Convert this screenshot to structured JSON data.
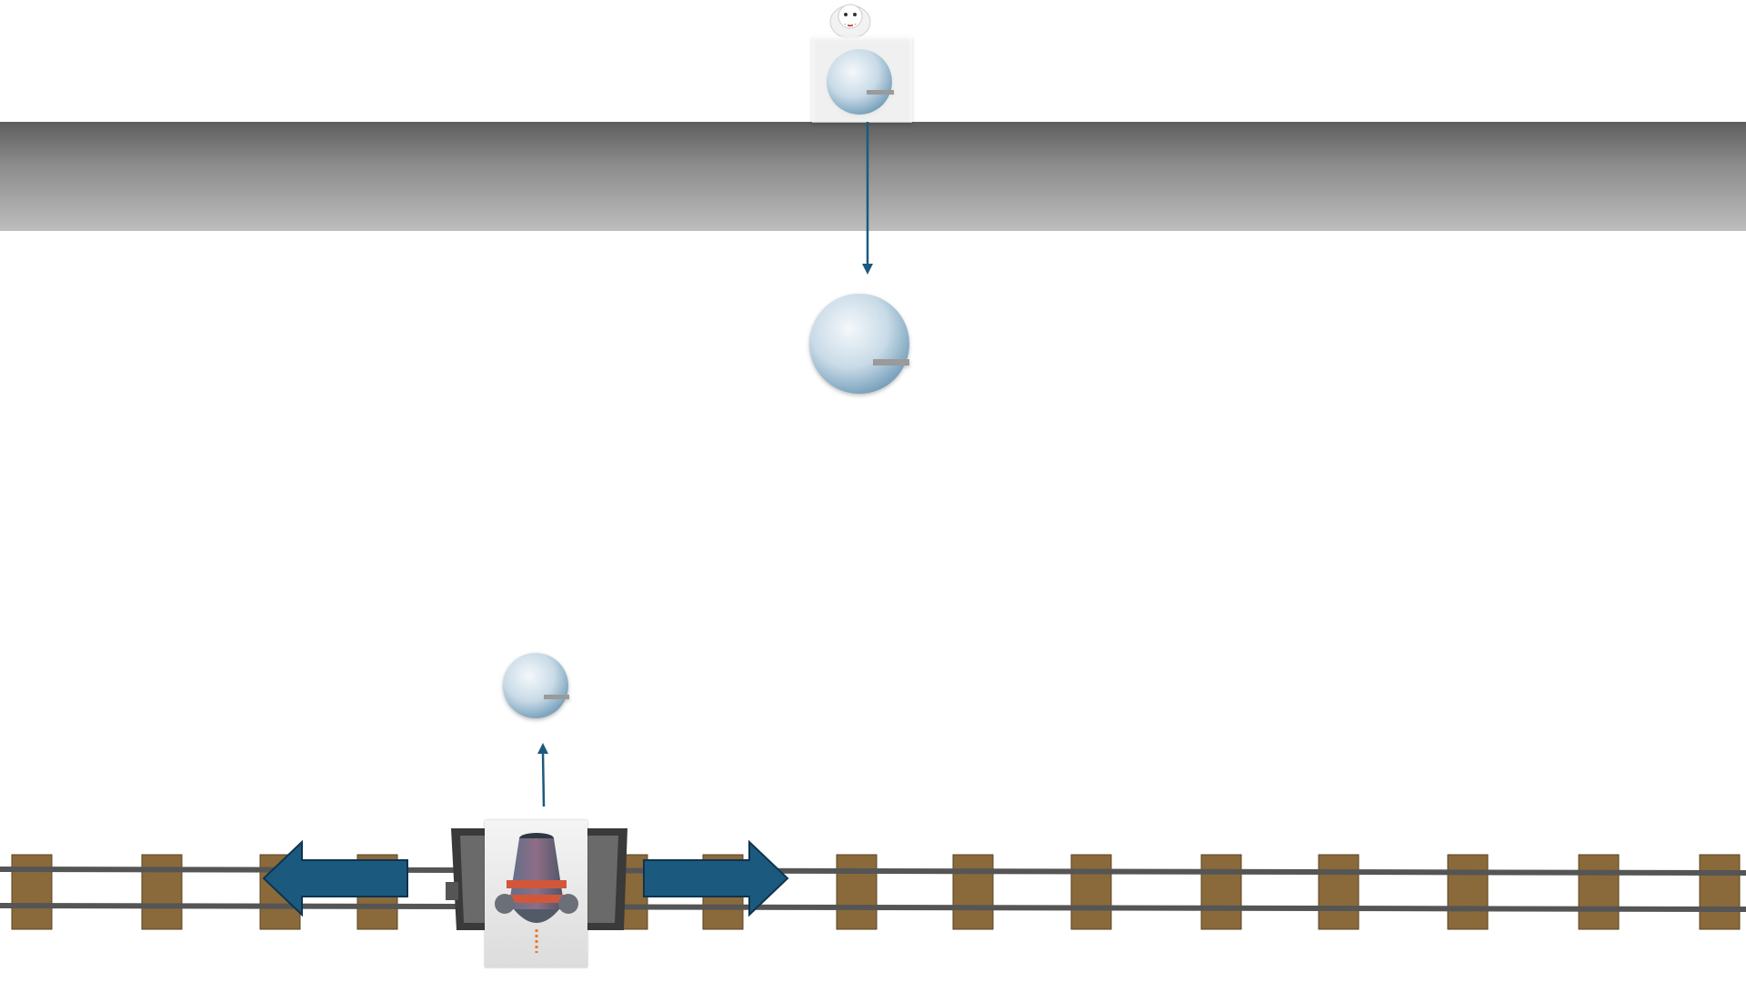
{
  "scene": {
    "background_color": "#ffffff",
    "ceiling_color_top": "#5e5e5e",
    "ceiling_color_bottom": "#bdbdbd",
    "arrow_color": "#1b5a7e",
    "arrow_outline": "#0f3350"
  },
  "enemy": {
    "icon": "yeti-icon"
  },
  "snowballs": [
    {
      "id": "enemy-held-snowball",
      "icon": "snowball-icon",
      "size": "medium"
    },
    {
      "id": "falling-snowball",
      "icon": "snowball-icon",
      "size": "large"
    },
    {
      "id": "player-shot-snowball",
      "icon": "snowball-icon",
      "size": "small"
    }
  ],
  "player": {
    "vehicle": "mine-cart-icon",
    "weapon": "cannon-icon",
    "move_left_icon": "left-arrow-icon",
    "move_right_icon": "right-arrow-icon"
  },
  "track": {
    "icon": "railroad-track-icon",
    "tie_color": "#8a6a3a",
    "rail_color": "#555555"
  }
}
